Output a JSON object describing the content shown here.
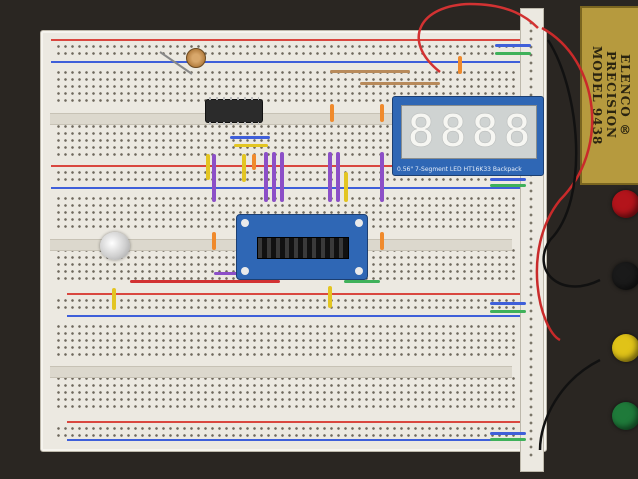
{
  "plaque": {
    "line1": "ELENCO ® PRECISION",
    "line2": "MODEL 9438"
  },
  "display": {
    "digits": [
      "8",
      "8",
      "8",
      "8"
    ],
    "label": "0.56\" 7-Segment LED HT16K33 Backpack"
  },
  "colors": {
    "board": "#ece9e1",
    "rail_red": "#d9473f",
    "rail_blue": "#3f5fd9",
    "backpack": "#2f67b5",
    "plaque": "#b69a3e",
    "post_red": "#b3141b",
    "post_black": "#1a1a1a",
    "post_yellow": "#e0c318",
    "post_green": "#1f7a3a"
  }
}
